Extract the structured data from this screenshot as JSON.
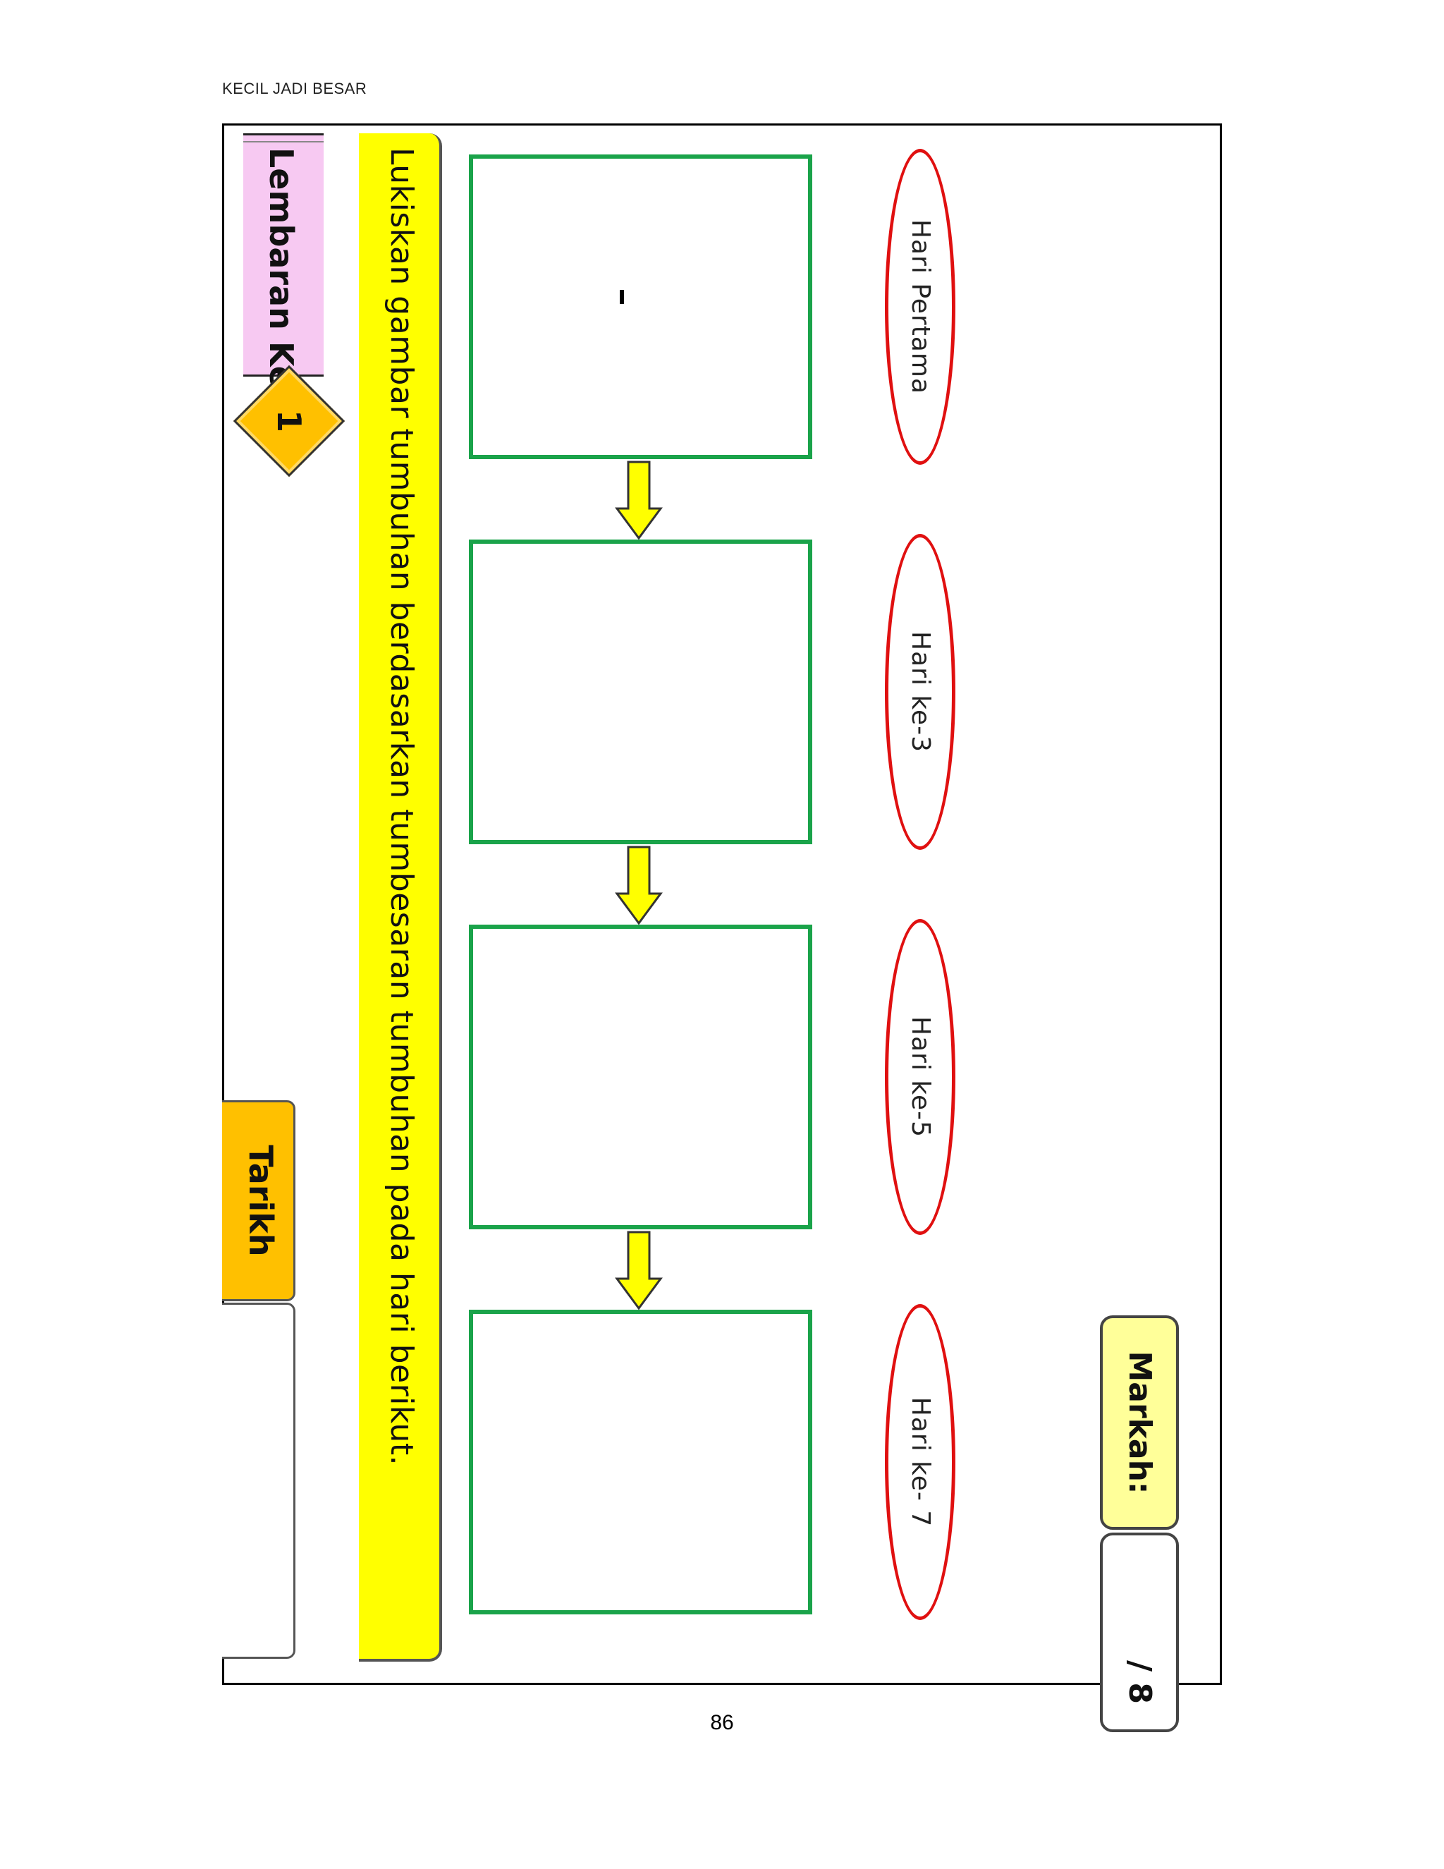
{
  "header": {
    "title": "KECIL JADI BESAR"
  },
  "footer": {
    "page_number": "86"
  },
  "worksheet": {
    "label": "Lembaran Kerja",
    "number": "1",
    "date_label": "Tarikh",
    "instruction": "Lukiskan gambar tumbuhan berdasarkan tumbesaran tumbuhan pada hari berikut.",
    "stages": [
      {
        "label": "Hari Pertama"
      },
      {
        "label": "Hari  ke-3"
      },
      {
        "label": "Hari ke-5"
      },
      {
        "label": "Hari ke- 7"
      }
    ],
    "marks_label": "Markah:",
    "marks_total": "/ 8"
  },
  "colors": {
    "box_border": "#1aa34a",
    "oval_border": "#e01010",
    "instruction_band": "#ffff00",
    "label_band": "#f7c9f2",
    "tab_orange": "#ffc000",
    "marks_box": "#ffff99",
    "arrow_fill": "#ffff00"
  }
}
